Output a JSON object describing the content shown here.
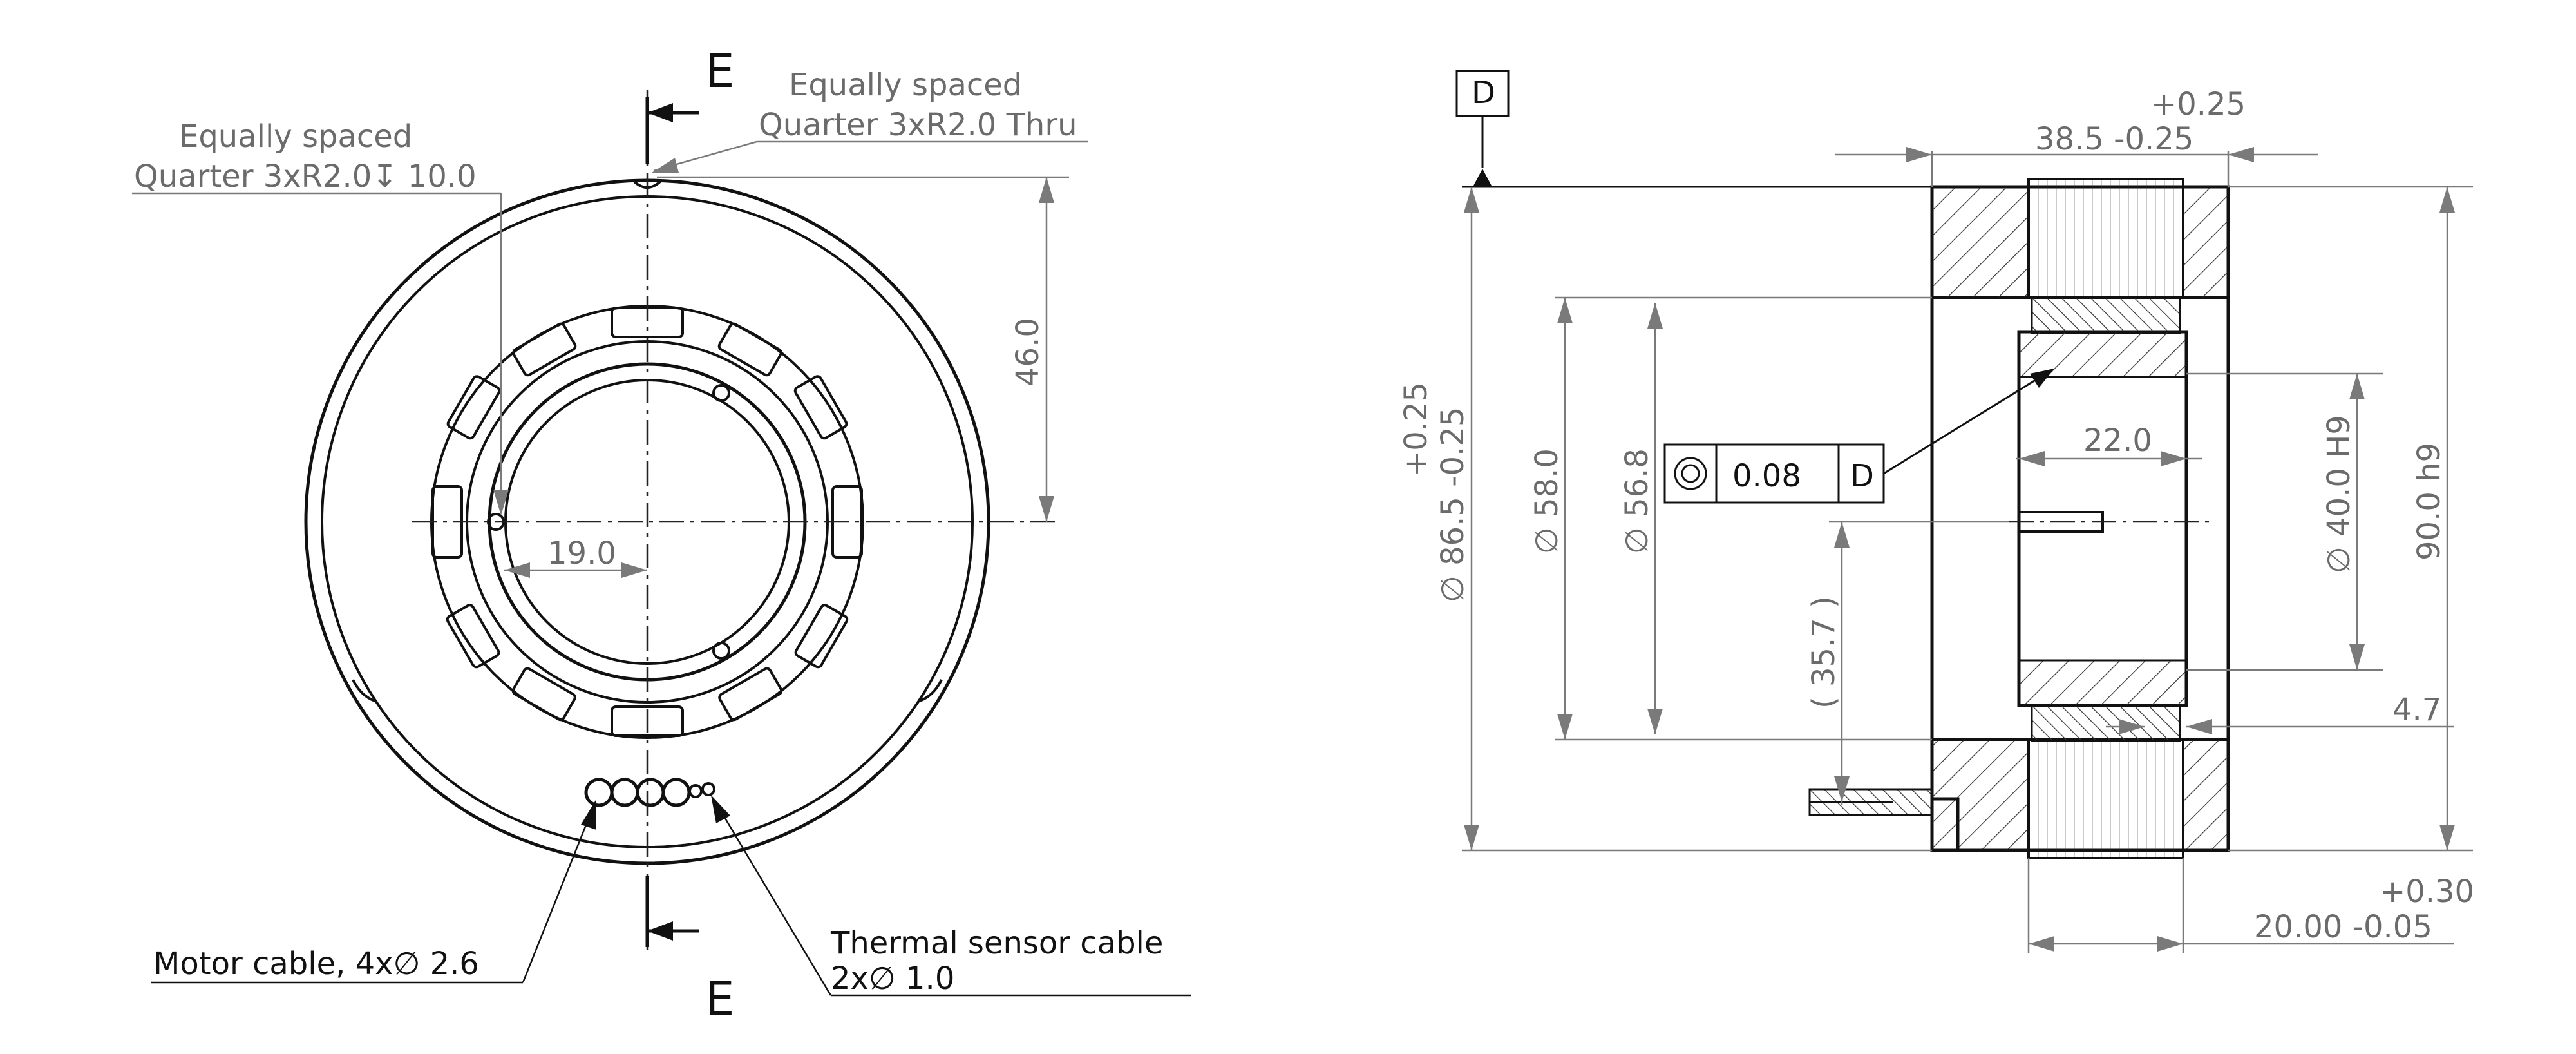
{
  "section_label_top": "E",
  "section_label_bottom": "E",
  "callouts": {
    "left_line1": "Equally spaced",
    "left_line2": "Quarter 3xR2.0↧ 10.0",
    "right_line1": "Equally spaced",
    "right_line2": "Quarter 3xR2.0 Thru",
    "motor_cable": "Motor cable, 4x∅ 2.6",
    "thermal_line1": "Thermal sensor cable",
    "thermal_line2": "2x∅ 1.0"
  },
  "front_dims": {
    "d46": "46.0",
    "d19": "19.0"
  },
  "datum": "D",
  "side_dims": {
    "width_tol": "+0.25",
    "width": "38.5 -0.25",
    "od_tol": "+0.25",
    "od": "∅ 86.5 -0.25",
    "d58": "∅ 58.0",
    "d56_8": "∅ 56.8",
    "d35_7": "( 35.7 )",
    "d22": "22.0",
    "bore": "∅ 40.0 H9",
    "outer": "90.0 h9",
    "d4_7": "4.7",
    "depth_tol": "+0.30",
    "depth": "20.00 -0.05"
  },
  "fcf": {
    "symbol": "concentricity-icon",
    "tolerance": "0.08",
    "datum": "D"
  }
}
